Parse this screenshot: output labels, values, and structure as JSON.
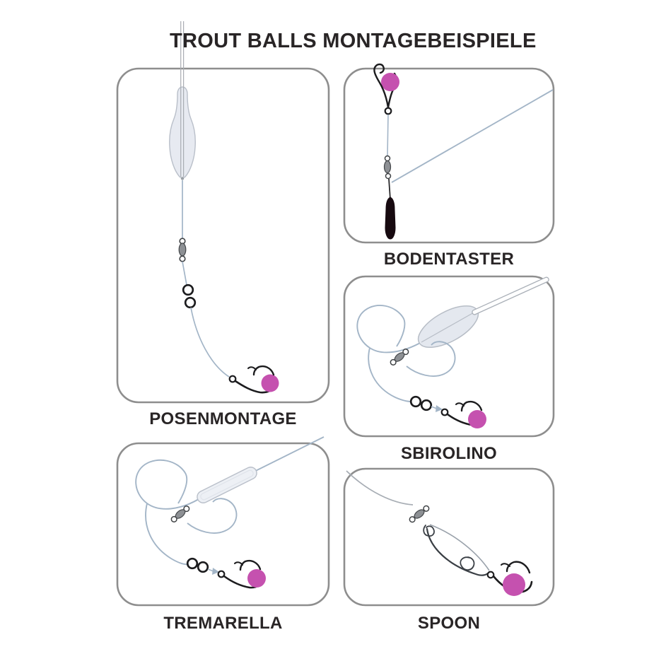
{
  "title": "TROUT BALLS MONTAGEBEISPIELE",
  "panels": [
    {
      "id": "posenmontage",
      "label": "POSENMONTAGE",
      "parts": [
        "rod-line",
        "pose-float",
        "barrel-swivel",
        "stopper-bead",
        "stopper-bead",
        "leader-line",
        "hook",
        "trout-ball"
      ]
    },
    {
      "id": "bodentaster",
      "label": "BODENTASTER",
      "parts": [
        "main-line",
        "barrel-swivel",
        "bodentaster-weight",
        "leader-line",
        "hook",
        "trout-ball"
      ]
    },
    {
      "id": "sbirolino",
      "label": "SBIROLINO",
      "parts": [
        "main-line",
        "sbirolino-float",
        "barrel-swivel",
        "stopper-bead",
        "stopper-bead",
        "leader-line",
        "hook",
        "trout-ball"
      ]
    },
    {
      "id": "tremarella",
      "label": "TREMARELLA",
      "parts": [
        "main-line",
        "tremarella-glass-weight",
        "barrel-swivel",
        "stopper-bead",
        "stopper-bead",
        "leader-line",
        "hook",
        "trout-ball"
      ]
    },
    {
      "id": "spoon",
      "label": "SPOON",
      "parts": [
        "main-line",
        "barrel-swivel",
        "snap",
        "spoon-blade",
        "split-ring",
        "hook",
        "trout-ball"
      ]
    }
  ],
  "colors": {
    "background": "#ffffff",
    "panel_border": "#8e8e8e",
    "text": "#292526",
    "line_blue": "#a3b5c7",
    "hardware_gray": "#a9adb3",
    "float_fill": "#e7eaf1",
    "float_stroke": "#b9bfc9",
    "swivel_fill": "#8d9094",
    "hook_black": "#1c1c1e",
    "trout_ball_pink": "#c551af",
    "weight_black": "#170a10"
  }
}
